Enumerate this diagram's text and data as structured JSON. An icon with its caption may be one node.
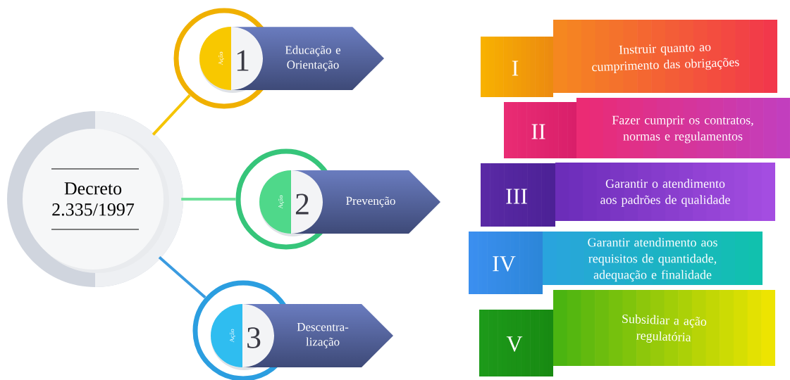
{
  "diagram": {
    "nodes": [
      {
        "text": [
          "Decreto 2.335/1997"
        ]
      },
      {
        "text": [
          "Ação",
          "1"
        ]
      },
      {
        "text": [
          "Educação e Orientação"
        ]
      },
      {
        "text": [
          "Ação",
          "2"
        ]
      },
      {
        "text": [
          "Prevenção"
        ]
      },
      {
        "text": [
          "Ação",
          "3"
        ]
      },
      {
        "text": [
          "Descentra- lização"
        ]
      },
      {
        "text": [
          "I",
          "Instruir quanto ao cumprimento das obrigações"
        ]
      },
      {
        "text": [
          "II",
          "Fazer cumprir os contratos, normas e regulamentos"
        ]
      },
      {
        "text": [
          "III",
          "Garantir o atendimento aos padrões de qualidade"
        ]
      },
      {
        "text": [
          "IV",
          "Garantir atendimento aos requisitos de quantidade, adequação e finalidade"
        ]
      },
      {
        "text": [
          "V",
          "Subsidiar a ação regulatória"
        ]
      }
    ],
    "edges": [
      {
        "from": 0,
        "to": 1,
        "arrow": "none",
        "color": "#f5c400"
      },
      {
        "from": 0,
        "to": 3,
        "arrow": "none",
        "color": "#6fe09a"
      },
      {
        "from": 0,
        "to": 5,
        "arrow": "none",
        "color": "#3a9be0"
      }
    ]
  }
}
